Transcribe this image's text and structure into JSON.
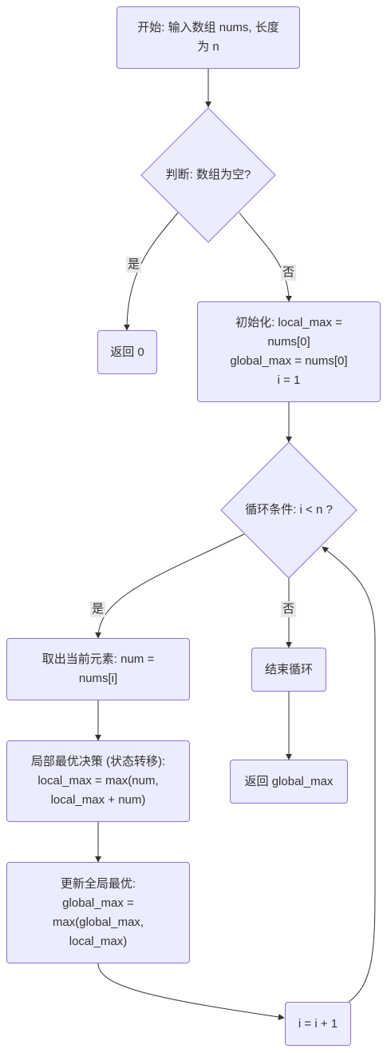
{
  "colors": {
    "node_fill": "#ECECFF",
    "node_border": "#9370DB",
    "edge": "#333333",
    "edge_label_bg": "#e8e8e8",
    "text": "#333333"
  },
  "nodes": {
    "start": "开始: 输入数组 nums, 长度\n为 n",
    "check_empty": "判断: 数组为空?",
    "return_zero": "返回 0",
    "init": "初始化: local_max =\nnums[0]\nglobal_max = nums[0]\ni = 1",
    "loop_cond": "循环条件: i < n ?",
    "take_current": "取出当前元素: num =\nnums[i]",
    "local_decision": "局部最优决策 (状态转移):\nlocal_max = max(num,\nlocal_max + num)",
    "update_global": "更新全局最优:\nglobal_max =\nmax(global_max,\nlocal_max)",
    "end_loop": "结束循环",
    "return_global": "返回 global_max",
    "increment": "i = i + 1"
  },
  "edge_labels": {
    "empty_yes": "是",
    "empty_no": "否",
    "loop_yes": "是",
    "loop_no": "否"
  }
}
